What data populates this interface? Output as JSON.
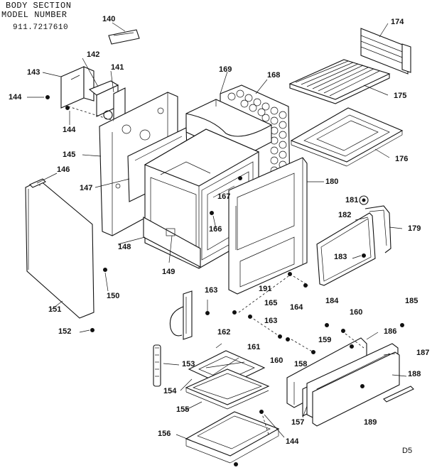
{
  "header": {
    "line1": "BODY SECTION",
    "line2": "MODEL NUMBER",
    "line3": "911.7217610"
  },
  "page_code": "D5",
  "parts": {
    "p140": "140",
    "p141": "141",
    "p142": "142",
    "p143": "143",
    "p144a": "144",
    "p144b": "144",
    "p144c": "144",
    "p145": "145",
    "p146": "146",
    "p147": "147",
    "p148": "148",
    "p149": "149",
    "p150": "150",
    "p151": "151",
    "p152": "152",
    "p153": "153",
    "p154": "154",
    "p155": "155",
    "p156": "156",
    "p157": "157",
    "p158": "158",
    "p159": "159",
    "p160a": "160",
    "p160b": "160",
    "p161": "161",
    "p162": "162",
    "p163a": "163",
    "p163b": "163",
    "p164": "164",
    "p165": "165",
    "p166": "166",
    "p167": "167",
    "p168": "168",
    "p169": "169",
    "p174": "174",
    "p175": "175",
    "p176": "176",
    "p179": "179",
    "p180": "180",
    "p181": "181",
    "p182": "182",
    "p183": "183",
    "p184": "184",
    "p185": "185",
    "p186": "186",
    "p187": "187",
    "p188": "188",
    "p189": "189",
    "p191": "191"
  }
}
